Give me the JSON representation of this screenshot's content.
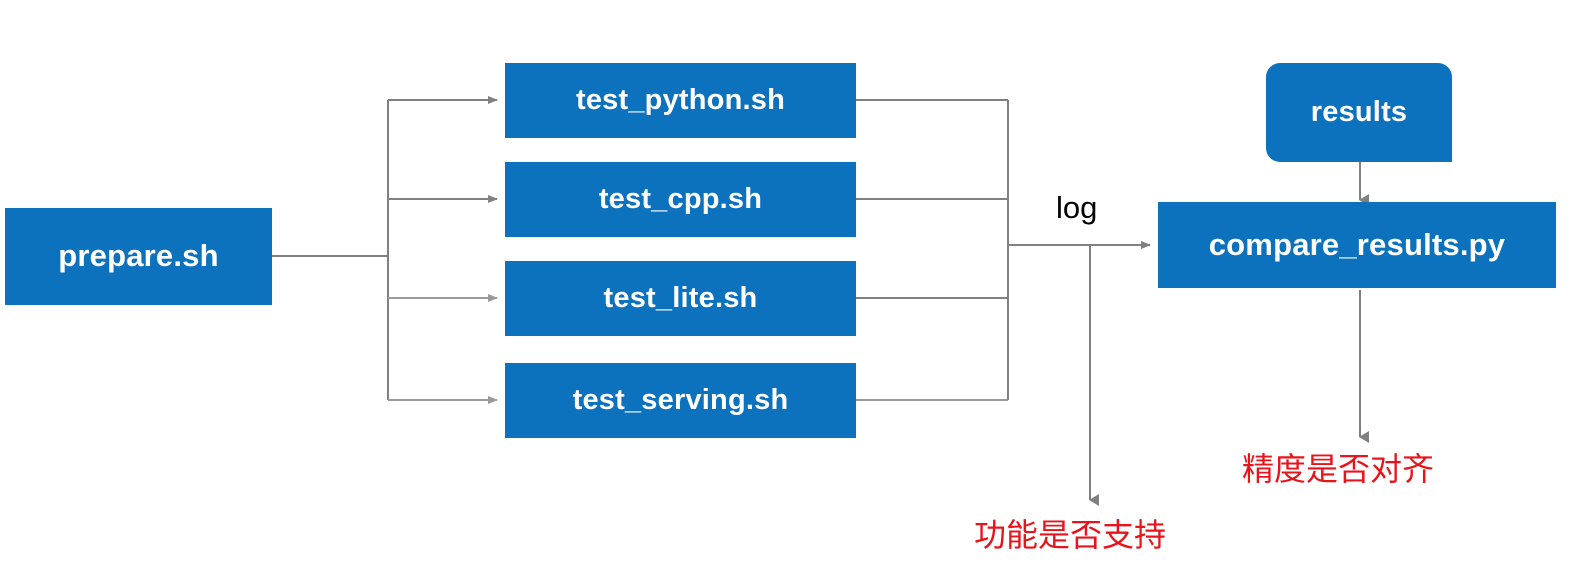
{
  "diagram": {
    "title": "test pipeline flowchart",
    "colors": {
      "node_fill": "#0C72BE",
      "node_text": "#FFFFFF",
      "connector": "#808080",
      "annotation_red": "#E8141B",
      "background": "#FFFFFF"
    },
    "nodes": [
      {
        "id": "prepare",
        "label": "prepare.sh"
      },
      {
        "id": "test_python",
        "label": "test_python.sh"
      },
      {
        "id": "test_cpp",
        "label": "test_cpp.sh"
      },
      {
        "id": "test_lite",
        "label": "test_lite.sh"
      },
      {
        "id": "test_serving",
        "label": "test_serving.sh"
      },
      {
        "id": "results",
        "label": "results"
      },
      {
        "id": "compare",
        "label": "compare_results.py"
      }
    ],
    "edge_labels": [
      {
        "id": "log",
        "label": "log"
      }
    ],
    "annotations": [
      {
        "id": "function_supported",
        "label": "功能是否支持"
      },
      {
        "id": "precision_aligned",
        "label": "精度是否对齐"
      }
    ]
  }
}
